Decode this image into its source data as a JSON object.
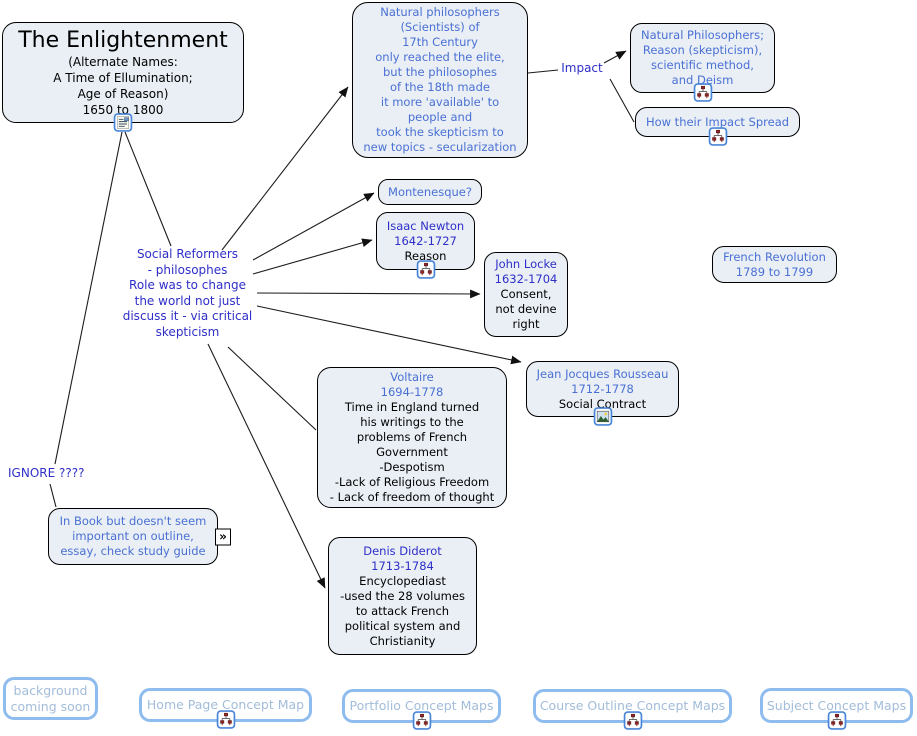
{
  "colors": {
    "node_fill": "#e9eff5",
    "node_border": "#000000",
    "link_blue": "#4a70d4",
    "deep_blue": "#2e2ec8",
    "nav_border": "#8fbcee",
    "nav_text": "#a2bcd9"
  },
  "nodes": {
    "enlightenment": {
      "title": "The Enlightenment",
      "subtitle": "(Alternate Names:\nA Time of Ellumination;\nAge of Reason)\n1650 to 1800"
    },
    "philosophers_note": {
      "text": "Natural philosophers\n(Scientists) of\n17th Century\nonly reached the elite,\nbut the philosophes\nof the 18th made\nit more 'available' to\npeople and\ntook the skepticism to\nnew topics - secularization"
    },
    "natural_philosophers": {
      "text": "Natural Philosophers;\nReason (skepticism),\nscientific method,\nand Deism"
    },
    "impact_spread": {
      "text": "How their Impact Spread"
    },
    "social_reformers": {
      "text": "Social Reformers\n- philosophes\nRole was to change\nthe world not just\ndiscuss it - via critical\nskepticism"
    },
    "montenesque": {
      "text": "Montenesque?"
    },
    "newton": {
      "name": "Isaac Newton\n1642-1727",
      "note": "Reason"
    },
    "locke": {
      "name": "John Locke\n1632-1704",
      "note": "Consent,\nnot devine\nright"
    },
    "french_revolution": {
      "text": "French Revolution\n1789 to 1799"
    },
    "rousseau": {
      "name": "Jean Jocques Rousseau\n1712-1778",
      "note": "Social Contract"
    },
    "voltaire": {
      "name": "Voltaire\n1694-1778",
      "note": "Time in England turned\nhis writings to the\nproblems of French\nGovernment\n-Despotism\n-Lack of Religious Freedom\n- Lack of freedom of thought"
    },
    "diderot": {
      "name": "Denis Diderot\n1713-1784",
      "note": "Encyclopediast\n-used the 28 volumes\nto attack French\npolitical system and\nChristianity"
    },
    "ignore": {
      "text": "IGNORE ????"
    },
    "in_book": {
      "text": "In Book but doesn't seem\nimportant on outline,\nessay, check study guide"
    }
  },
  "labels": {
    "impact": "Impact"
  },
  "nav": {
    "background": "background\ncoming soon",
    "home": "Home Page Concept Map",
    "portfolio": "Portfolio Concept Maps",
    "course": "Course Outline Concept Maps",
    "subject": "Subject Concept Maps"
  },
  "icons": {
    "chevron_glyph": "»"
  }
}
